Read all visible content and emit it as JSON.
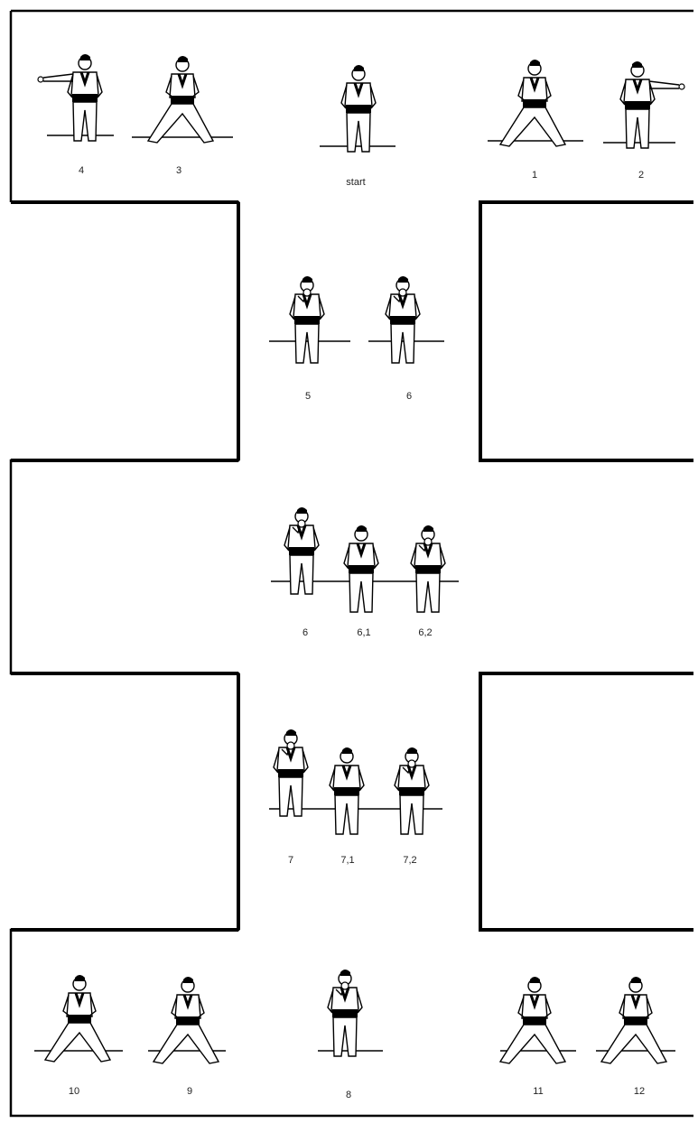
{
  "labels": {
    "start": "start",
    "m1": "1",
    "m2": "2",
    "m3": "3",
    "m4": "4",
    "m5": "5",
    "m6a": "6",
    "m6b": "6",
    "m6_1": "6,1",
    "m6_2": "6,2",
    "m7": "7",
    "m7_1": "7,1",
    "m7_2": "7,2",
    "m8": "8",
    "m9": "9",
    "m10": "10",
    "m11": "11",
    "m12": "12"
  },
  "colors": {
    "outline": "#000000",
    "belt": "#000000",
    "uniform": "#ffffff"
  }
}
